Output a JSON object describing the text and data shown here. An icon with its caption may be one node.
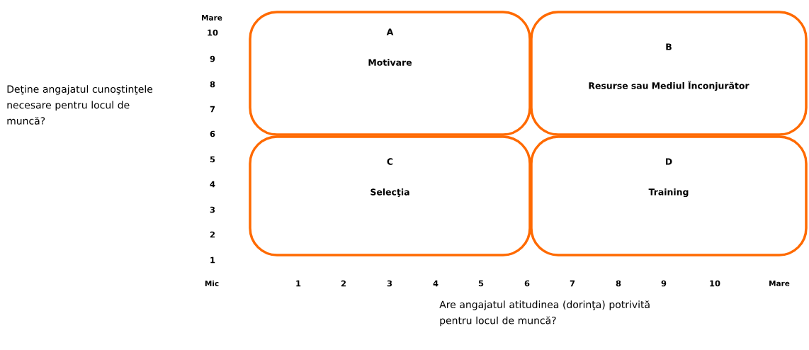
{
  "diagram": {
    "nodes": [
      {
        "text": [
          "A",
          "Motivare"
        ]
      },
      {
        "text": [
          "B",
          "Resurse sau Mediul Înconjurător"
        ]
      },
      {
        "text": [
          "C",
          "Selecţia"
        ]
      },
      {
        "text": [
          "D",
          "Training"
        ]
      }
    ],
    "labels": [
      "Deţine angajatul cunoştinţele necesare pentru locul de muncă?",
      "Mare",
      "10",
      "9",
      "8",
      "7",
      "6",
      "5",
      "4",
      "3",
      "2",
      "1",
      "Mic",
      "1",
      "2",
      "3",
      "4",
      "5",
      "6",
      "7",
      "8",
      "9",
      "10",
      "Mare",
      "Are angajatul atitudinea (dorinţa) potrivită pentru locul de muncă?"
    ]
  }
}
